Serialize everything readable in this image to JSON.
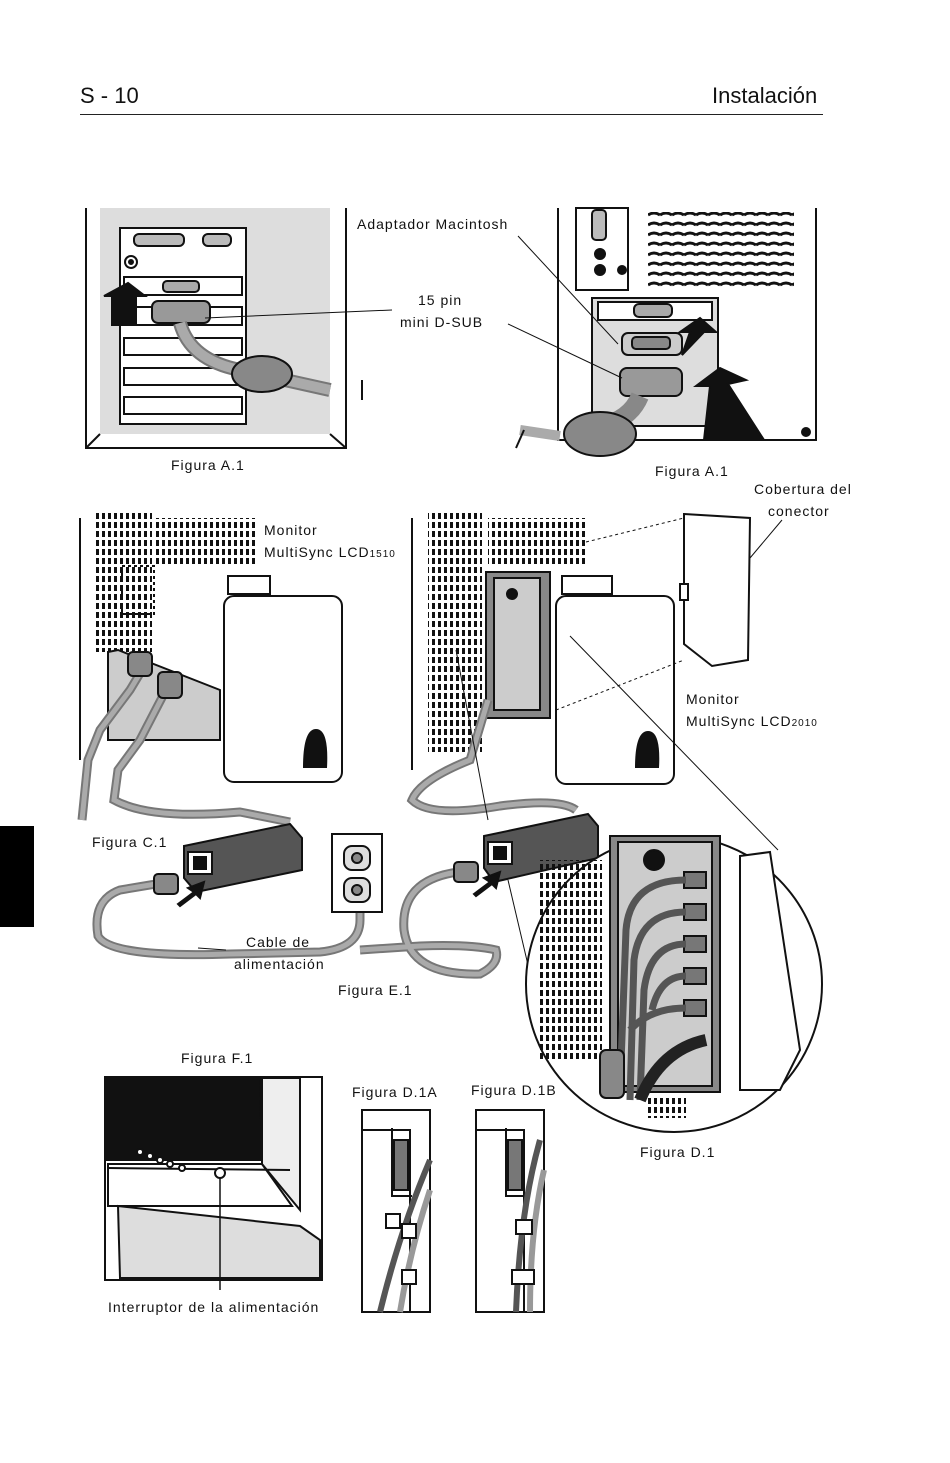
{
  "header": {
    "page_number": "S - 10",
    "section_title": "Instalación"
  },
  "figures": {
    "a1_left_caption": "Figura A.1",
    "a1_right_caption": "Figura A.1",
    "c1_caption": "Figura C.1",
    "e1_caption": "Figura E.1",
    "f1_caption": "Figura F.1",
    "d1a_caption": "Figura D.1A",
    "d1b_caption": "Figura D.1B",
    "d1_caption": "Figura D.1"
  },
  "callouts": {
    "mac_adapter": "Adaptador Macintosh",
    "pin_line1": "15 pin",
    "pin_line2": "mini D-SUB",
    "monitor_1510_line1": "Monitor",
    "monitor_1510_model": "MultiSync LCD",
    "monitor_1510_number": "1510",
    "connector_cover_line1": "Cobertura del",
    "connector_cover_line2": "conector",
    "monitor_2010_line1": "Monitor",
    "monitor_2010_model": "MultiSync LCD",
    "monitor_2010_number": "2010",
    "power_cable_line1": "Cable de",
    "power_cable_line2": "alimentación",
    "power_switch": "Interruptor de la alimentación"
  }
}
